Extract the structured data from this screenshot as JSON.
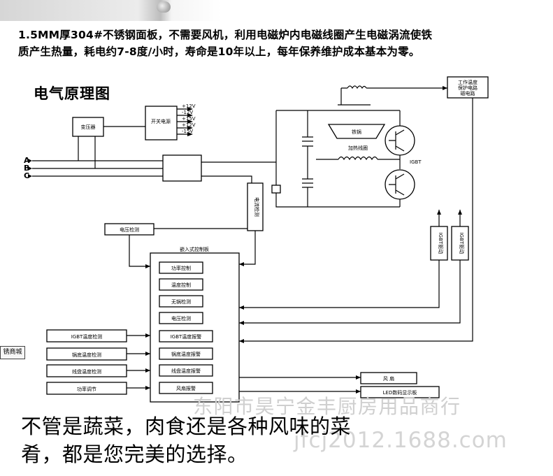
{
  "intro": {
    "line1": "1.5MM厚304#不锈钢面板，不需要风机，利用电磁炉内电磁线圈产生电磁涡流使铁",
    "line2": "质产生热量，耗电约7-8度/小时，寿命是10年以上，每年保养维护成本基本为零。"
  },
  "diagram": {
    "title": "电气原理图",
    "phases": [
      "A",
      "B",
      "C"
    ],
    "transformer": "变压器",
    "switching_supply": "开关电源",
    "supply_outputs": [
      "+12V",
      "-12V",
      "+15V",
      "+12V",
      "-15V"
    ],
    "current_sense": "电流检测",
    "voltage_sense": "电压检测",
    "pot_box": "铁锅",
    "heating_coil": "加热线圈",
    "igbt": "IGBT",
    "coil_temp_box": "工作温度\n保护电路\n磁电路",
    "drive_left": "IGBT驱动",
    "drive_right": "IGBT驱动",
    "board_title": "嵌入式控制板",
    "board_modules": [
      "功率控制",
      "温度控制",
      "无锅检测",
      "电压检测",
      "IGBT温度报警",
      "锅底温度报警",
      "线盘温度报警",
      "风扇报警"
    ],
    "sensors": [
      "IGBT温度检测",
      "锅底温度检测",
      "线盘温度检测",
      "功率调节"
    ],
    "fan": "风 扇",
    "display": "LED数码显示板"
  },
  "side_tag": "锈商城",
  "watermark": "东阳市昊宁金丰厨房用品商行",
  "watermark2": "jfcj2012.1688.com",
  "footer": {
    "line1": "不管是蔬菜，肉食还是各种风味的菜",
    "line2": "肴，都是您完美的选择。"
  }
}
